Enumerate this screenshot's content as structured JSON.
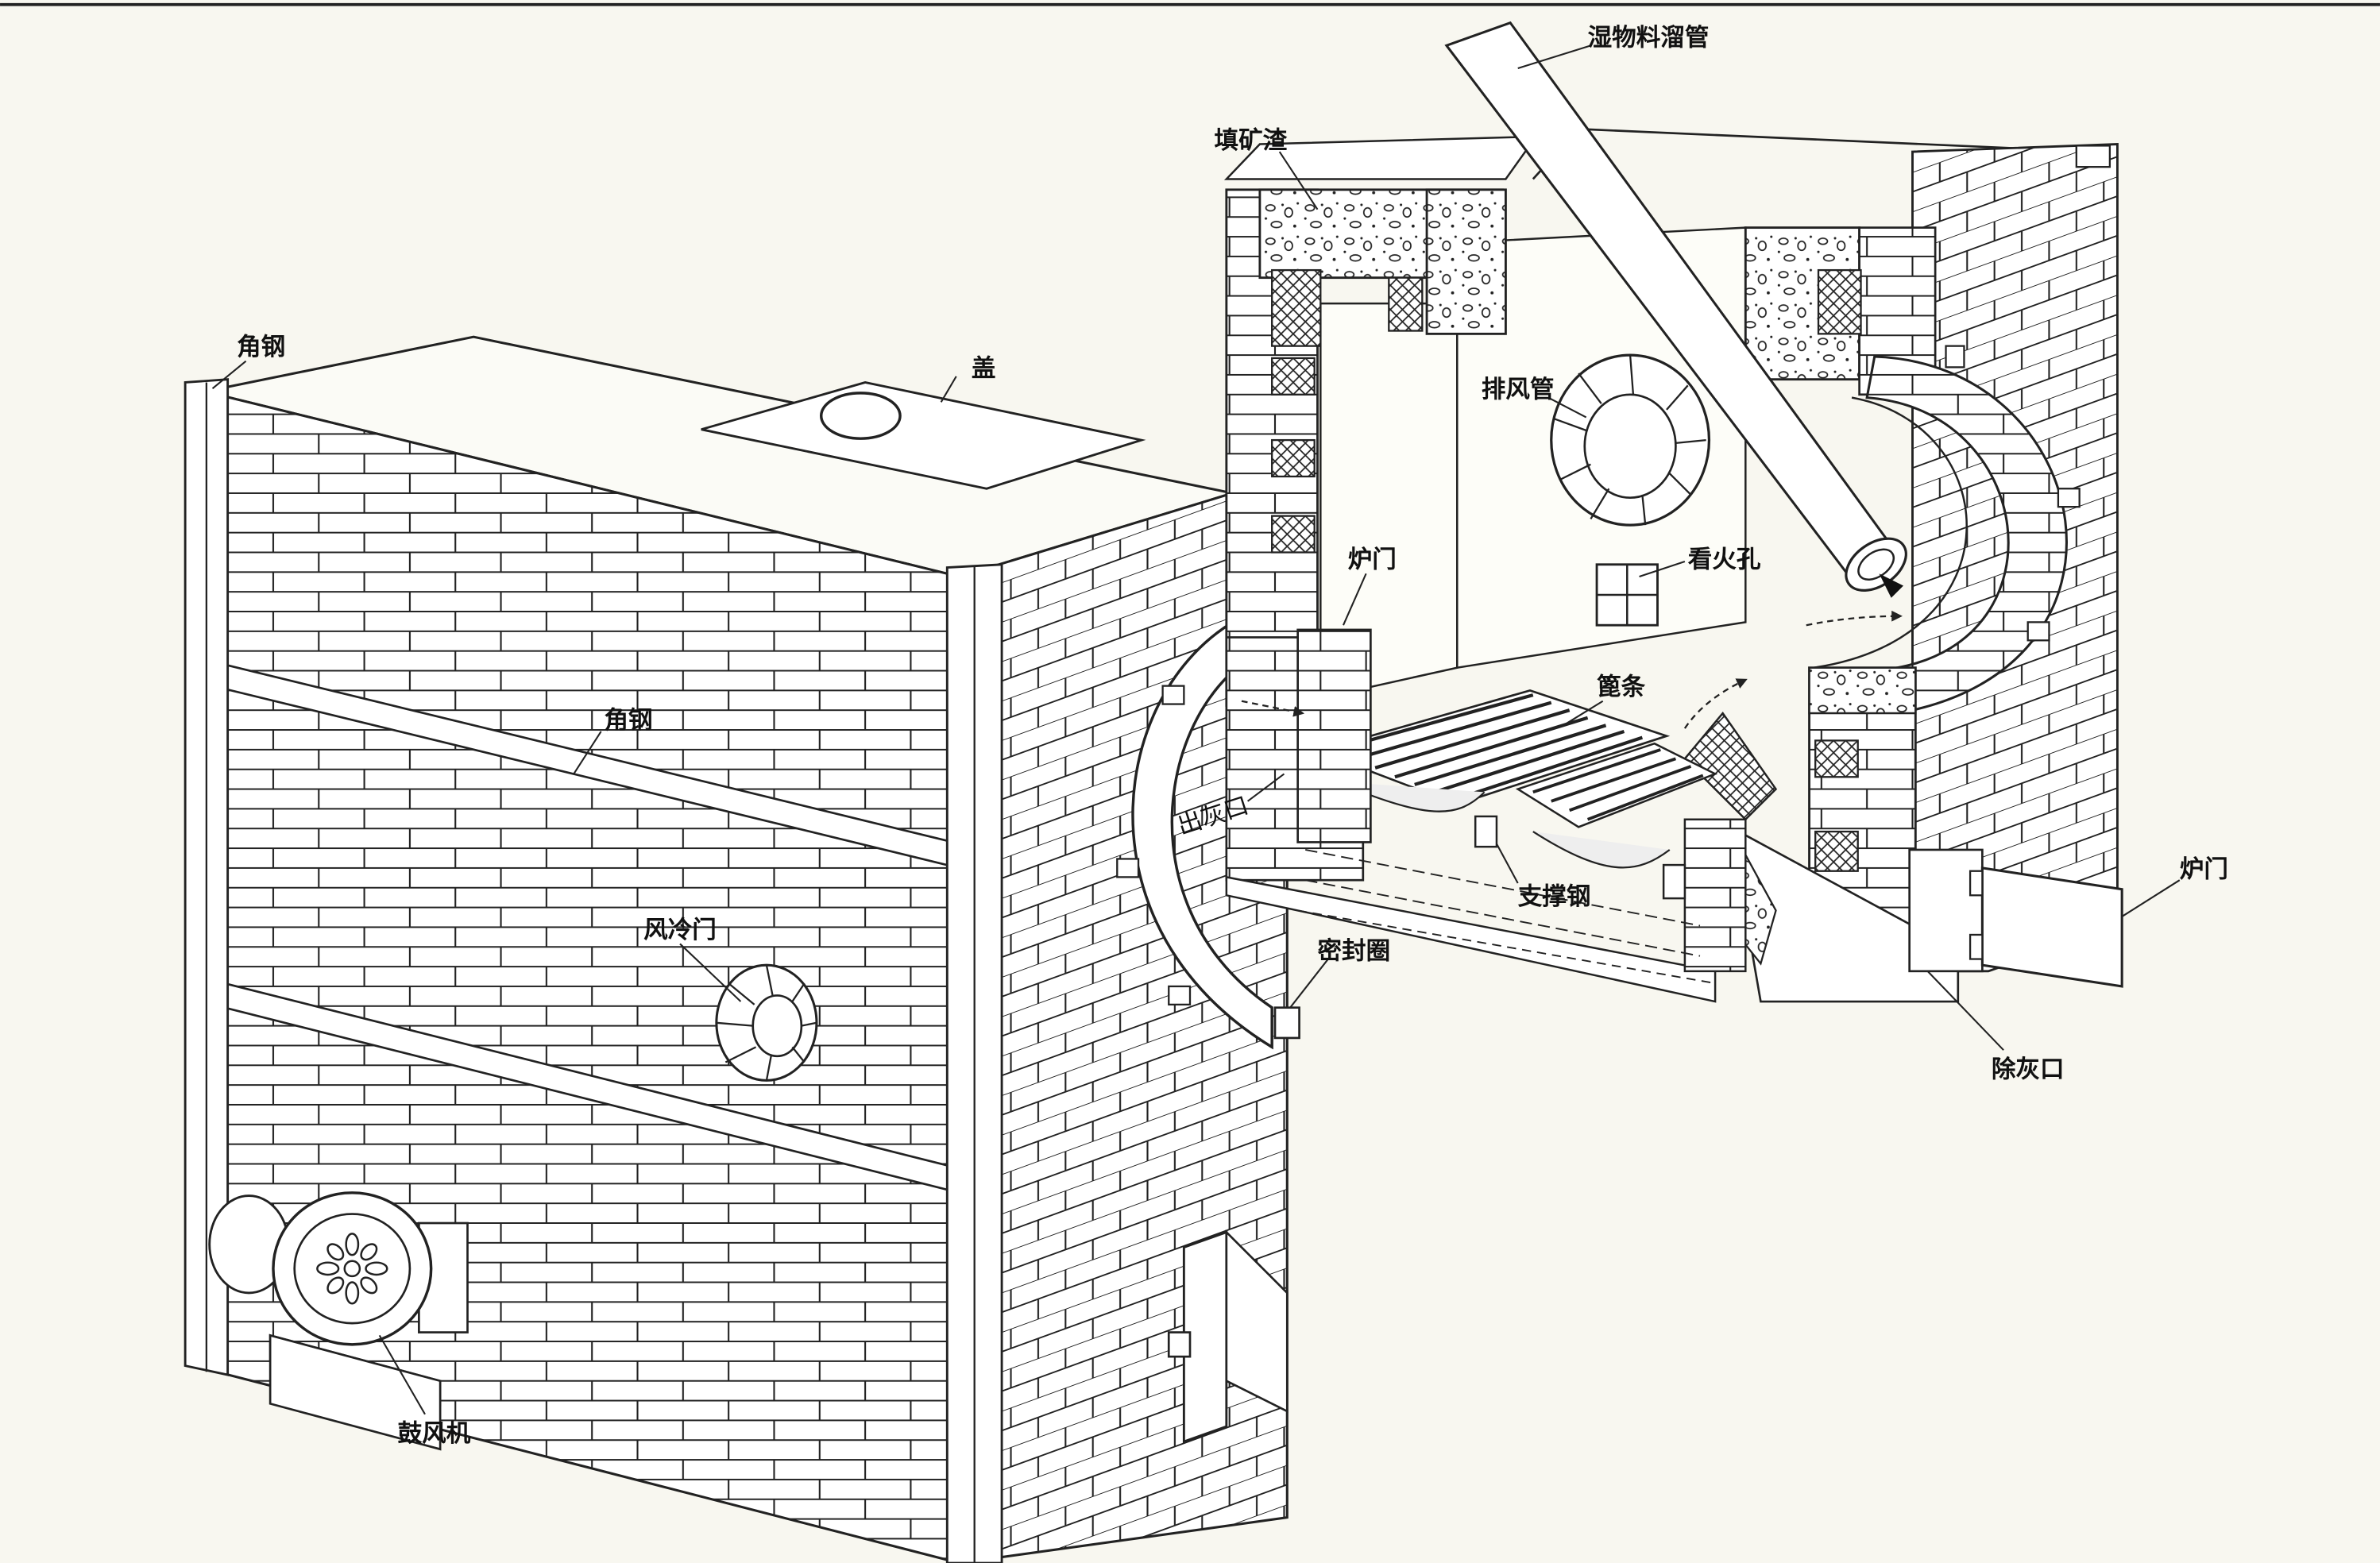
{
  "labels": {
    "wet_feed_chute": "湿物料溜管",
    "slag_fill": "填矿渣",
    "angle_steel_top": "角钢",
    "cover": "盖",
    "exhaust_pipe": "排风管",
    "furnace_door_left": "炉门",
    "sight_hole": "看火孔",
    "angle_steel_mid": "角钢",
    "grate_bar": "篦条",
    "ash_outlet": "出灰口",
    "air_cooling_door": "风冷门",
    "support_steel": "支撑钢",
    "furnace_door_right": "炉门",
    "seal_ring": "密封圈",
    "ash_removal_port": "除灰口",
    "blower": "鼓风机"
  }
}
